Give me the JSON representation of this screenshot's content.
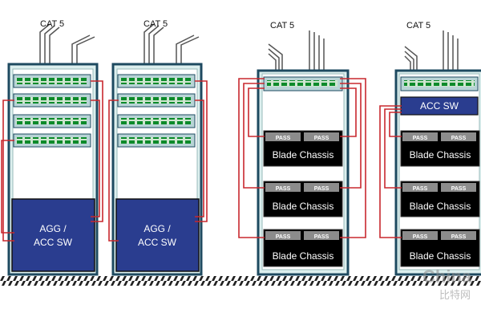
{
  "racks": [
    {
      "cable_label": "CAT 5",
      "switch_label": [
        "AGG /",
        "ACC SW"
      ]
    },
    {
      "cable_label": "CAT 5",
      "switch_label": [
        "AGG /",
        "ACC SW"
      ]
    },
    {
      "cable_label": "CAT 5",
      "pass_label": "PASS",
      "blade_label": "Blade Chassis"
    },
    {
      "cable_label": "CAT 5",
      "acc_label": "ACC SW",
      "pass_label": "PASS",
      "blade_label": "Blade Chassis"
    }
  ],
  "watermark": {
    "text": "China",
    "subtext": "比特网"
  },
  "colors": {
    "rack_frame": "#1e4a60",
    "rack_fill": "#dcefee",
    "port_green": "#0c8a2a",
    "switch_fill": "#2a3d8f",
    "blade_fill": "#000000",
    "pass_fill": "#8c8c8c",
    "cable_red": "#c8282e",
    "cable_gray": "#555555",
    "floor": "#222222"
  }
}
